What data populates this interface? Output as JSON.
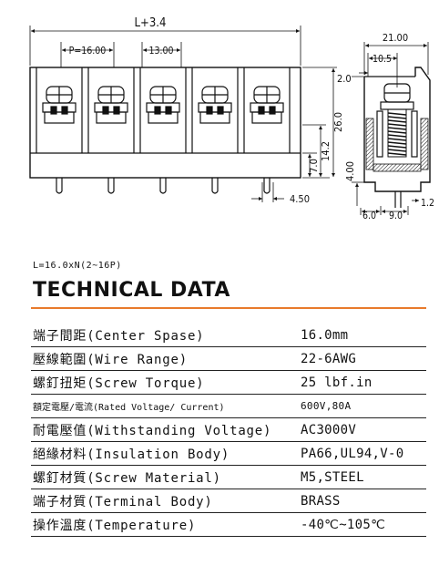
{
  "drawing": {
    "dims": {
      "overall_length": "L+3.4",
      "pitch": "P=16.00",
      "spacing": "13.00",
      "pin_offset": "4.50",
      "depth": "21.00",
      "inner_width": "10.5",
      "top_offset": "2.0",
      "height": "26.0",
      "body_height": "14.2",
      "pin_height": "7.0",
      "side_pin_height": "4.00",
      "bottom_left": "6.0",
      "bottom_mid": "9.0",
      "pin_thickness": "1.2"
    }
  },
  "formula": "L=16.0xN(2~16P)",
  "title": "TECHNICAL DATA",
  "specs": [
    {
      "label": "端子間距(Center Spase)",
      "value": "16.0mm"
    },
    {
      "label": "壓線範圍(Wire Range)",
      "value": "22-6AWG"
    },
    {
      "label": "螺釘扭矩(Screw Torque)",
      "value": "25 lbf.in"
    },
    {
      "label": "額定電壓/電流(Rated Voltage/ Current)",
      "value": "600V,80A"
    },
    {
      "label": "耐電壓值(Withstanding Voltage)",
      "value": "AC3000V"
    },
    {
      "label": "絕緣材料(Insulation Body)",
      "value": "PA66,UL94,V-0"
    },
    {
      "label": "螺釘材質(Screw Material)",
      "value": "M5,STEEL"
    },
    {
      "label": "端子材質(Terminal Body)",
      "value": "BRASS"
    },
    {
      "label": "操作溫度(Temperature)",
      "value": "-40℃~105℃"
    }
  ]
}
